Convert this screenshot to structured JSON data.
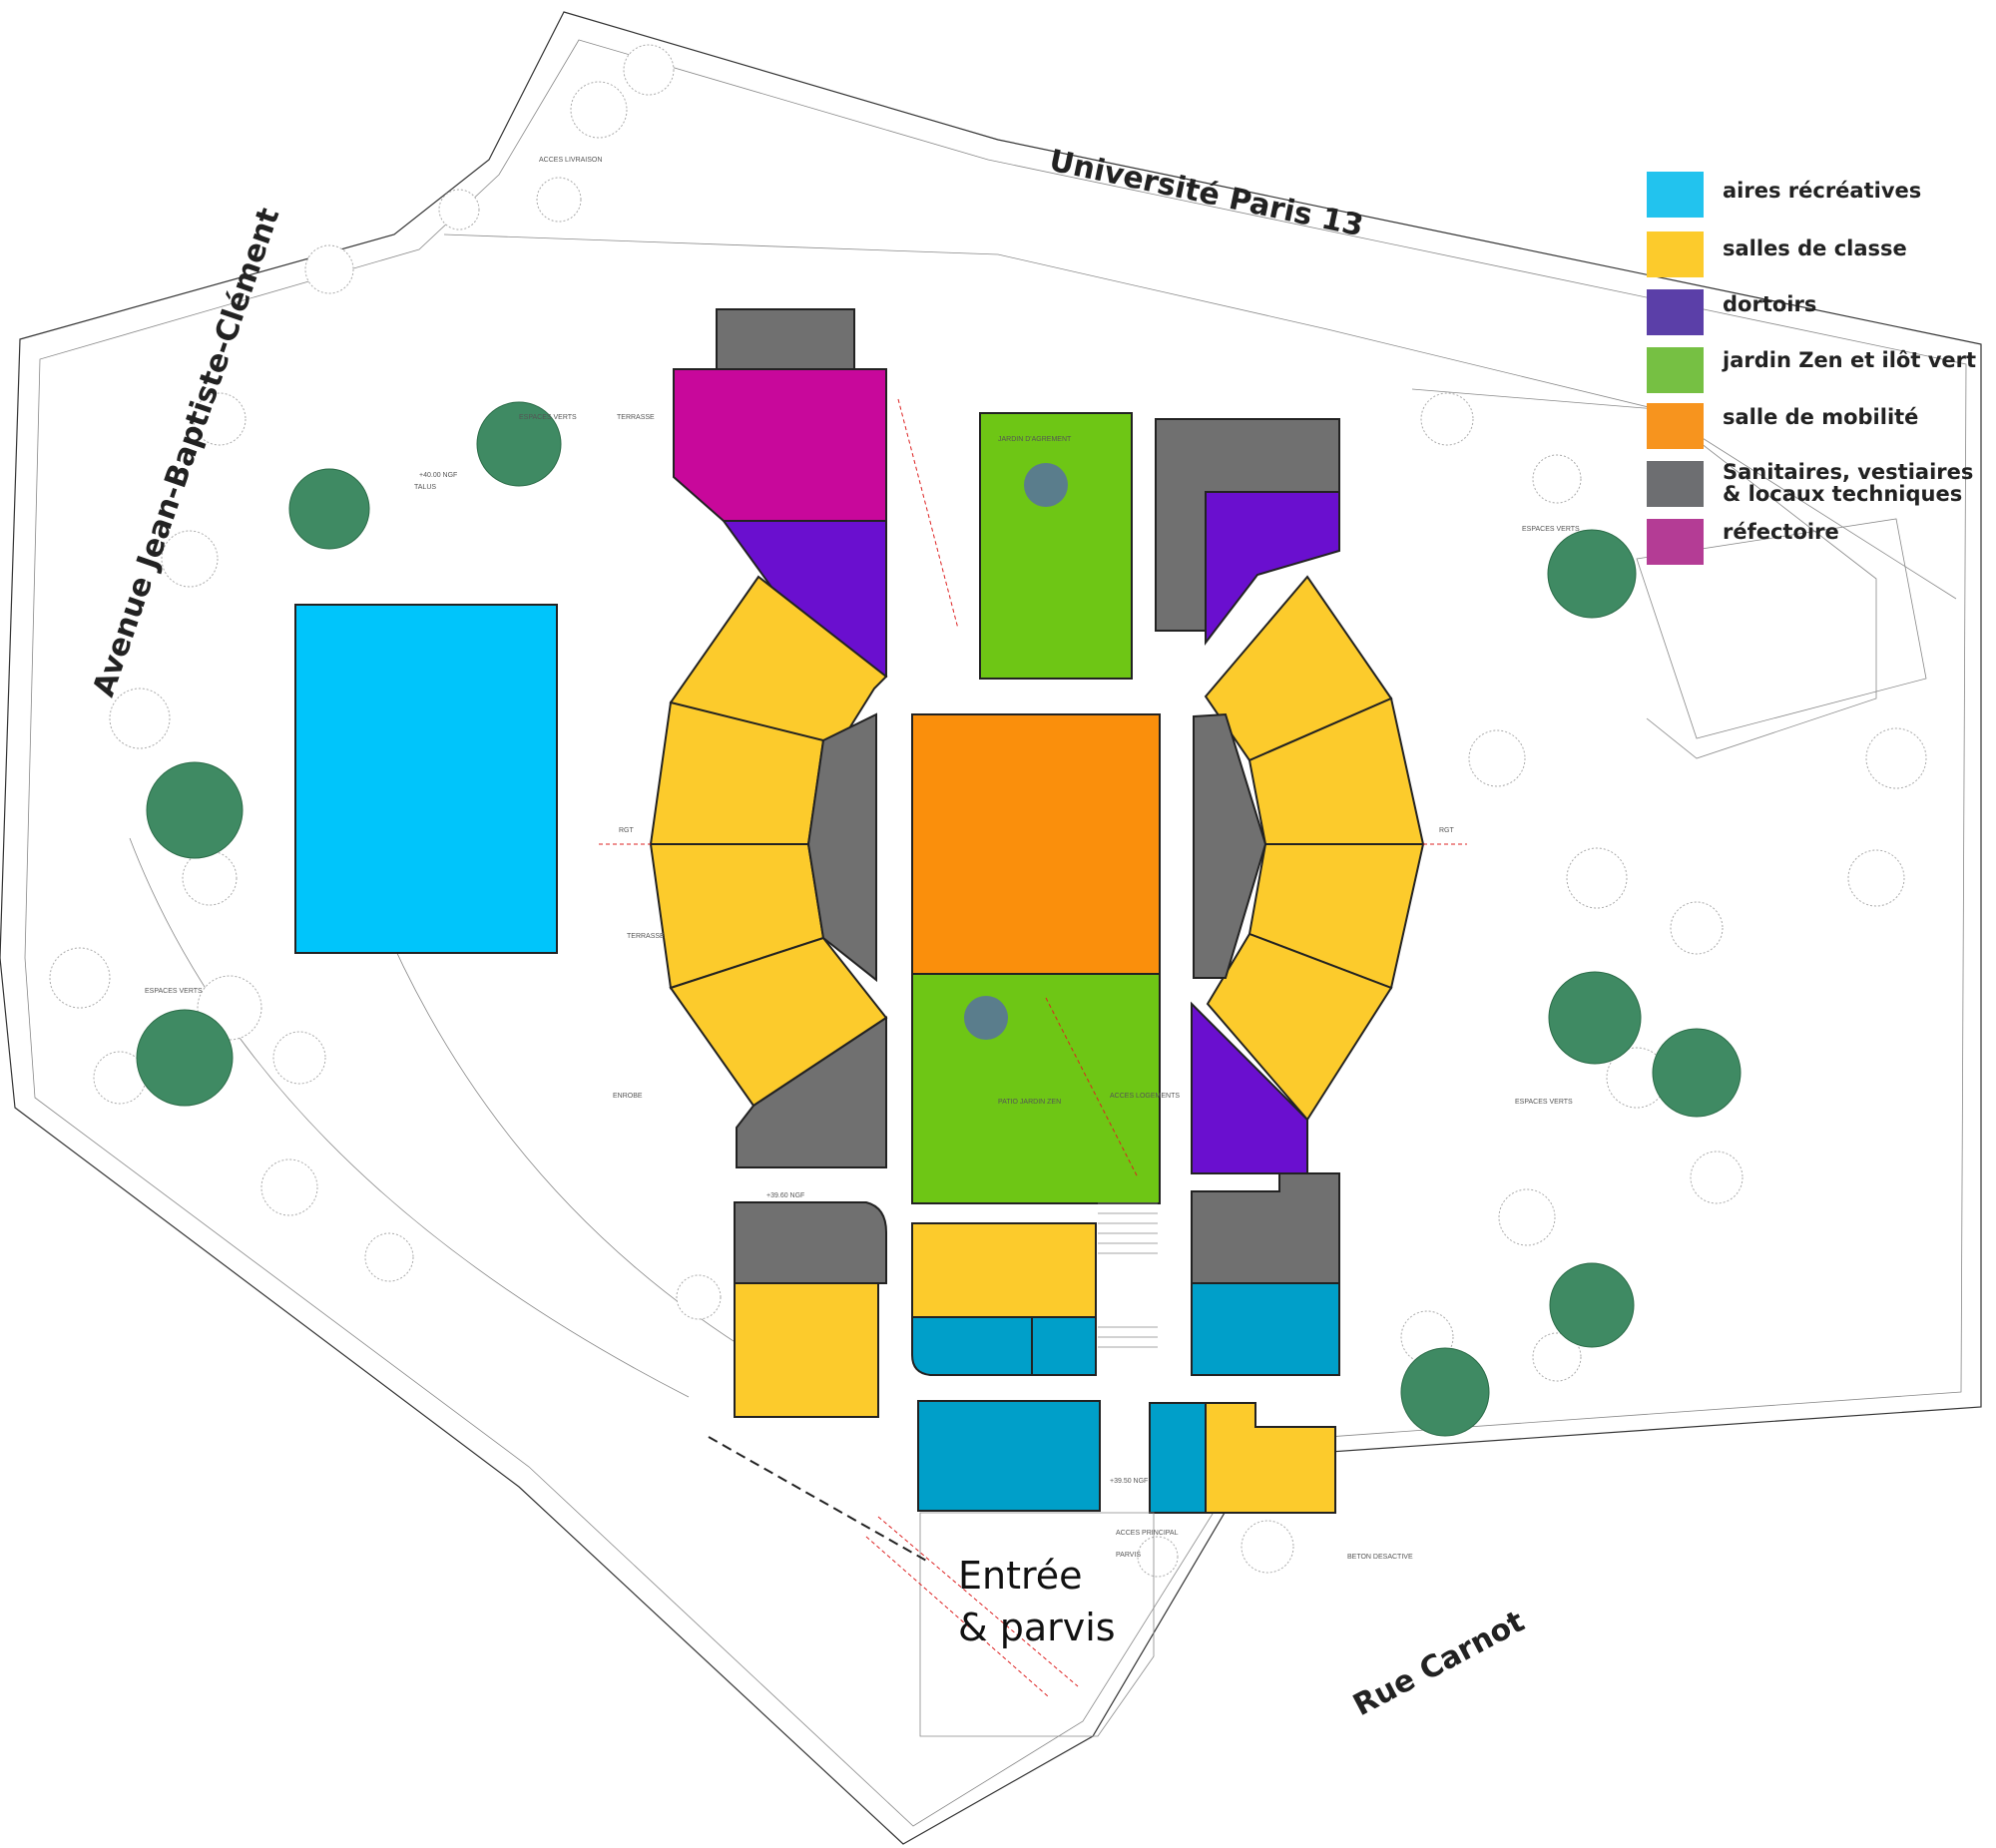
{
  "streets": {
    "north": "Université Paris 13",
    "west": "Avenue Jean-Baptiste-Clément",
    "south": "Rue Carnot"
  },
  "entrance_label": {
    "line1": "Entrée",
    "line2": "& parvis"
  },
  "legend": [
    {
      "label": "aires récréatives",
      "color": "#22c3ee"
    },
    {
      "label": "salles de classe",
      "color": "#fccb2c"
    },
    {
      "label": "dortoirs",
      "color": "#5b3fa8"
    },
    {
      "label": "jardin Zen et ilôt vert",
      "color": "#76c043"
    },
    {
      "label": "salle de mobilité",
      "color": "#f7941e"
    },
    {
      "label": "Sanitaires, vestiaires",
      "label2": "& locaux techniques",
      "color": "#6d6e71"
    },
    {
      "label": "réfectoire",
      "color": "#b43c95"
    }
  ],
  "plan_labels": {
    "espaces_verts": "ESPACES VERTS",
    "enrobe": "ENROBE",
    "terrasse": "TERRASSE",
    "talus": "TALUS",
    "jardin_agrement": "JARDIN D'AGREMENT",
    "patio": "PATIO JARDIN ZEN",
    "acces_logements": "ACCES LOGEMENTS",
    "beton": "BETON DESACTIVE",
    "parvis": "PARVIS",
    "acces_principal": "ACCES PRINCIPAL",
    "acces_livraison": "ACCES LIVRAISON",
    "ngf_1": "+39.60 NGF",
    "ngf_2": "+39.50 NGF",
    "ngf_3": "+40.00 NGF",
    "rgt": "RGT"
  },
  "colors": {
    "recreation": "#00c5fb",
    "classroom": "#fcca24",
    "dormitory": "#6a0fcf",
    "garden": "#6ec615",
    "mobility": "#fa8f0c",
    "technical": "#707070",
    "refectory": "#c8089b",
    "blue_rooms": "#009fc9"
  }
}
